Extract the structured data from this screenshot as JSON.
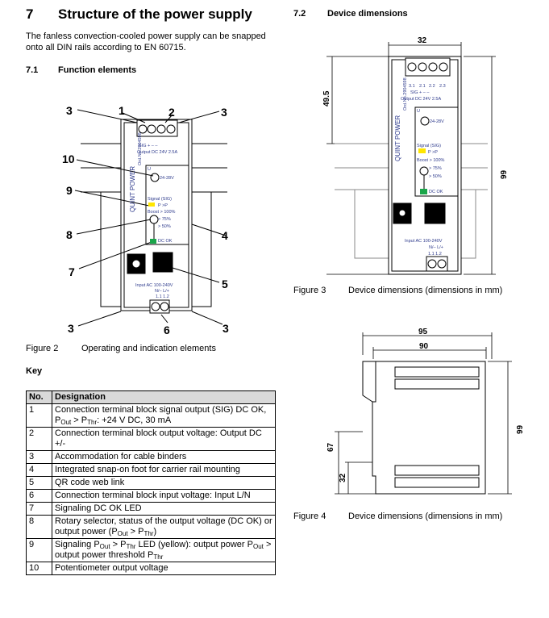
{
  "section": {
    "number": "7",
    "title": "Structure of the power supply",
    "intro": "The fanless convection-cooled power supply can be snapped onto all DIN rails according to EN 60715."
  },
  "sub71": {
    "number": "7.1",
    "title": "Function elements"
  },
  "sub72": {
    "number": "7.2",
    "title": "Device dimensions"
  },
  "device": {
    "brand": "QUINT POWER",
    "order_no": "Ord.No.2904598",
    "out_terms": [
      "3.1",
      "2.1",
      "2.2",
      "2.3"
    ],
    "out_signs": "SIG  +   –   –",
    "output": "Output DC 24V 2.5A",
    "uout": "U",
    "range": "24-28V",
    "signal": "Signal (SIG)",
    "pout": "P   >P",
    "boost": "Boost > 100%",
    "p75": "> 75%",
    "p50": "> 50%",
    "dcok": "DC OK",
    "input": "Input AC 100-240V",
    "in_signs": "N/–   L/+",
    "in_terms": "1.1  1.2",
    "led_yellow": "#ffe600",
    "led_green": "#1aa64a",
    "label_color": "#2d3a8c"
  },
  "fig2": {
    "callouts": [
      "1",
      "2",
      "3",
      "3",
      "10",
      "9",
      "8",
      "7",
      "4",
      "5",
      "3",
      "6",
      "3"
    ],
    "label": "Figure 2",
    "caption": "Operating and indication elements"
  },
  "fig3": {
    "width": "32",
    "h1": "49.5",
    "h2": "99",
    "label": "Figure 3",
    "caption": "Device dimensions (dimensions in mm)"
  },
  "fig4": {
    "d1": "95",
    "d2": "90",
    "h": "99",
    "h67": "67",
    "h32": "32",
    "label": "Figure 4",
    "caption": "Device dimensions (dimensions in mm)"
  },
  "key": {
    "title": "Key",
    "headers": [
      "No.",
      "Designation"
    ],
    "rows": [
      {
        "no": "1",
        "text": "Connection terminal block signal output (SIG) DC OK, P_Out > P_Thr: +24 V DC, 30 mA"
      },
      {
        "no": "2",
        "text": "Connection terminal block output voltage: Output DC +/-"
      },
      {
        "no": "3",
        "text": "Accommodation for cable binders"
      },
      {
        "no": "4",
        "text": "Integrated snap-on foot for carrier rail mounting"
      },
      {
        "no": "5",
        "text": "QR code web link"
      },
      {
        "no": "6",
        "text": "Connection terminal block input voltage: Input L/N"
      },
      {
        "no": "7",
        "text": "Signaling DC OK LED"
      },
      {
        "no": "8",
        "text": "Rotary selector, status of the output voltage (DC OK) or output power (P_Out > P_Thr)"
      },
      {
        "no": "9",
        "text": "Signaling P_Out > P_Thr LED (yellow): output power P_Out > output power threshold P_Thr"
      },
      {
        "no": "10",
        "text": "Potentiometer output voltage"
      }
    ]
  }
}
